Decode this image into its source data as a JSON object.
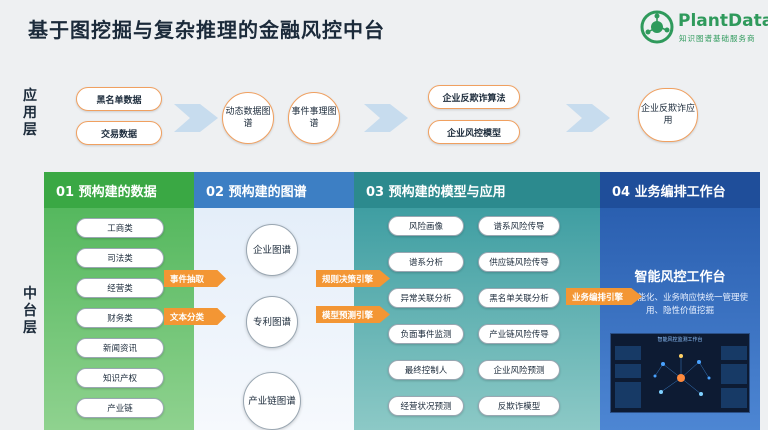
{
  "title": "基于图挖掘与复杂推理的金融风控中台",
  "logo": {
    "name": "PlantData",
    "subtitle": "知识图谱基础服务商"
  },
  "row_labels": {
    "app": "应用层",
    "mid": "中台层"
  },
  "app_layer": {
    "group1": [
      "黑名单数据",
      "交易数据"
    ],
    "group2": [
      "动态数据图谱",
      "事件事理图谱"
    ],
    "group3": [
      "企业反欺诈算法",
      "企业风控模型"
    ],
    "group4": [
      "企业反欺诈应用"
    ]
  },
  "columns": [
    {
      "header": "01 预构建的数据",
      "items": [
        "工商类",
        "司法类",
        "经营类",
        "财务类",
        "新闻资讯",
        "知识产权",
        "产业链"
      ]
    },
    {
      "header": "02 预构建的图谱",
      "items": [
        "企业图谱",
        "专利图谱",
        "产业链图谱"
      ]
    },
    {
      "header": "03 预构建的模型与应用",
      "items_left": [
        "风险画像",
        "谱系分析",
        "异常关联分析",
        "负面事件监测",
        "最终控制人",
        "经营状况预测"
      ],
      "items_right": [
        "谱系风险传导",
        "供应链风险传导",
        "黑名单关联分析",
        "产业链风险传导",
        "企业风险预测",
        "反欺诈模型"
      ]
    },
    {
      "header": "04 业务编排工作台",
      "workbench_title": "智能风控工作台",
      "workbench_desc": "交互智能化、业务响应快统一管理使用、隐性价值挖掘",
      "dashboard_title": "智能风控监测工作台"
    }
  ],
  "flow_tags": {
    "c1": [
      "事件抽取",
      "文本分类"
    ],
    "c2": [
      "规则决策引擎",
      "模型预测引擎"
    ],
    "c3": [
      "业务编排引擎"
    ]
  },
  "colors": {
    "green": "#3aa844",
    "blue": "#3d7fc4",
    "teal": "#2c8a8e",
    "navy": "#1f4e9a",
    "orange": "#f39634"
  }
}
